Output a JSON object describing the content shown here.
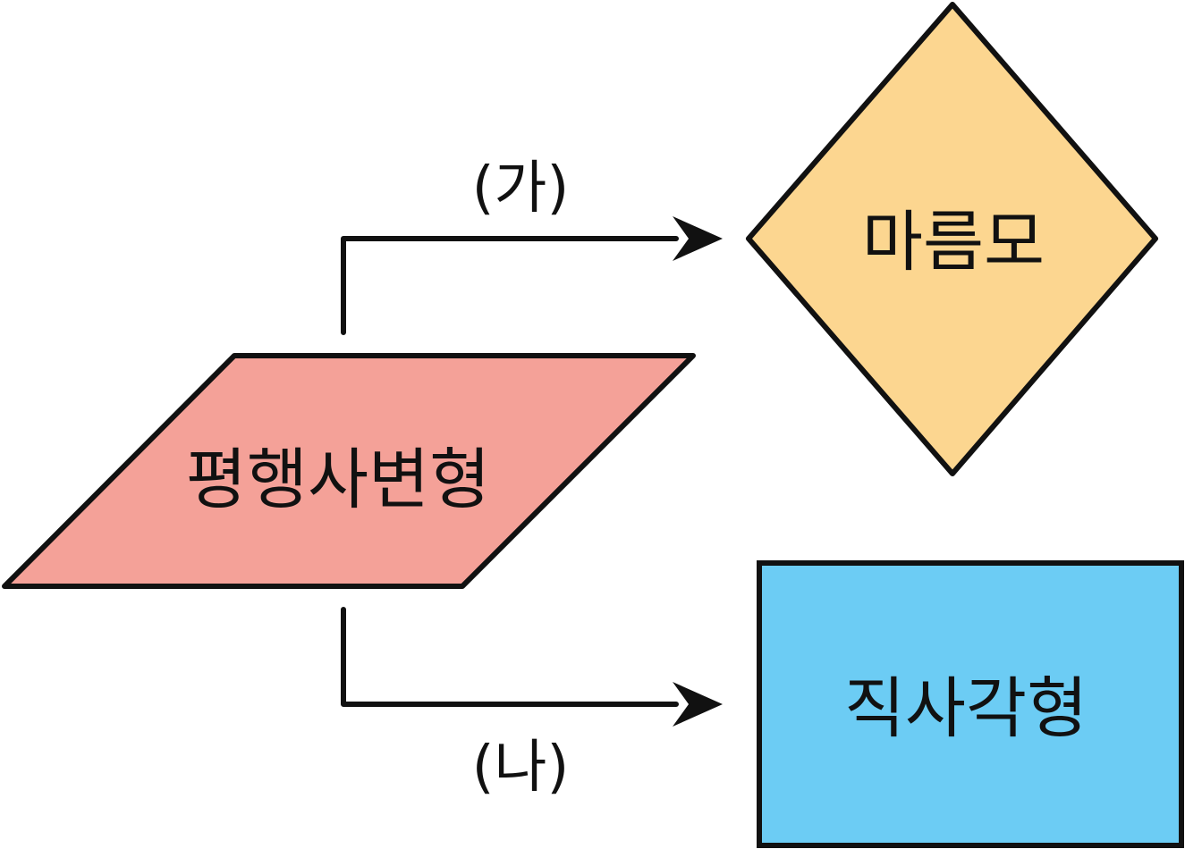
{
  "diagram": {
    "nodes": {
      "parallelogram": {
        "label": "평행사변형",
        "fill": "#F4A198"
      },
      "rhombus": {
        "label": "마름모",
        "fill": "#FCD690"
      },
      "rectangle": {
        "label": "직사각형",
        "fill": "#6CCCF4"
      }
    },
    "edges": {
      "to_rhombus": {
        "label": "(가)"
      },
      "to_rectangle": {
        "label": "(나)"
      }
    },
    "colors": {
      "stroke": "#111111"
    }
  }
}
